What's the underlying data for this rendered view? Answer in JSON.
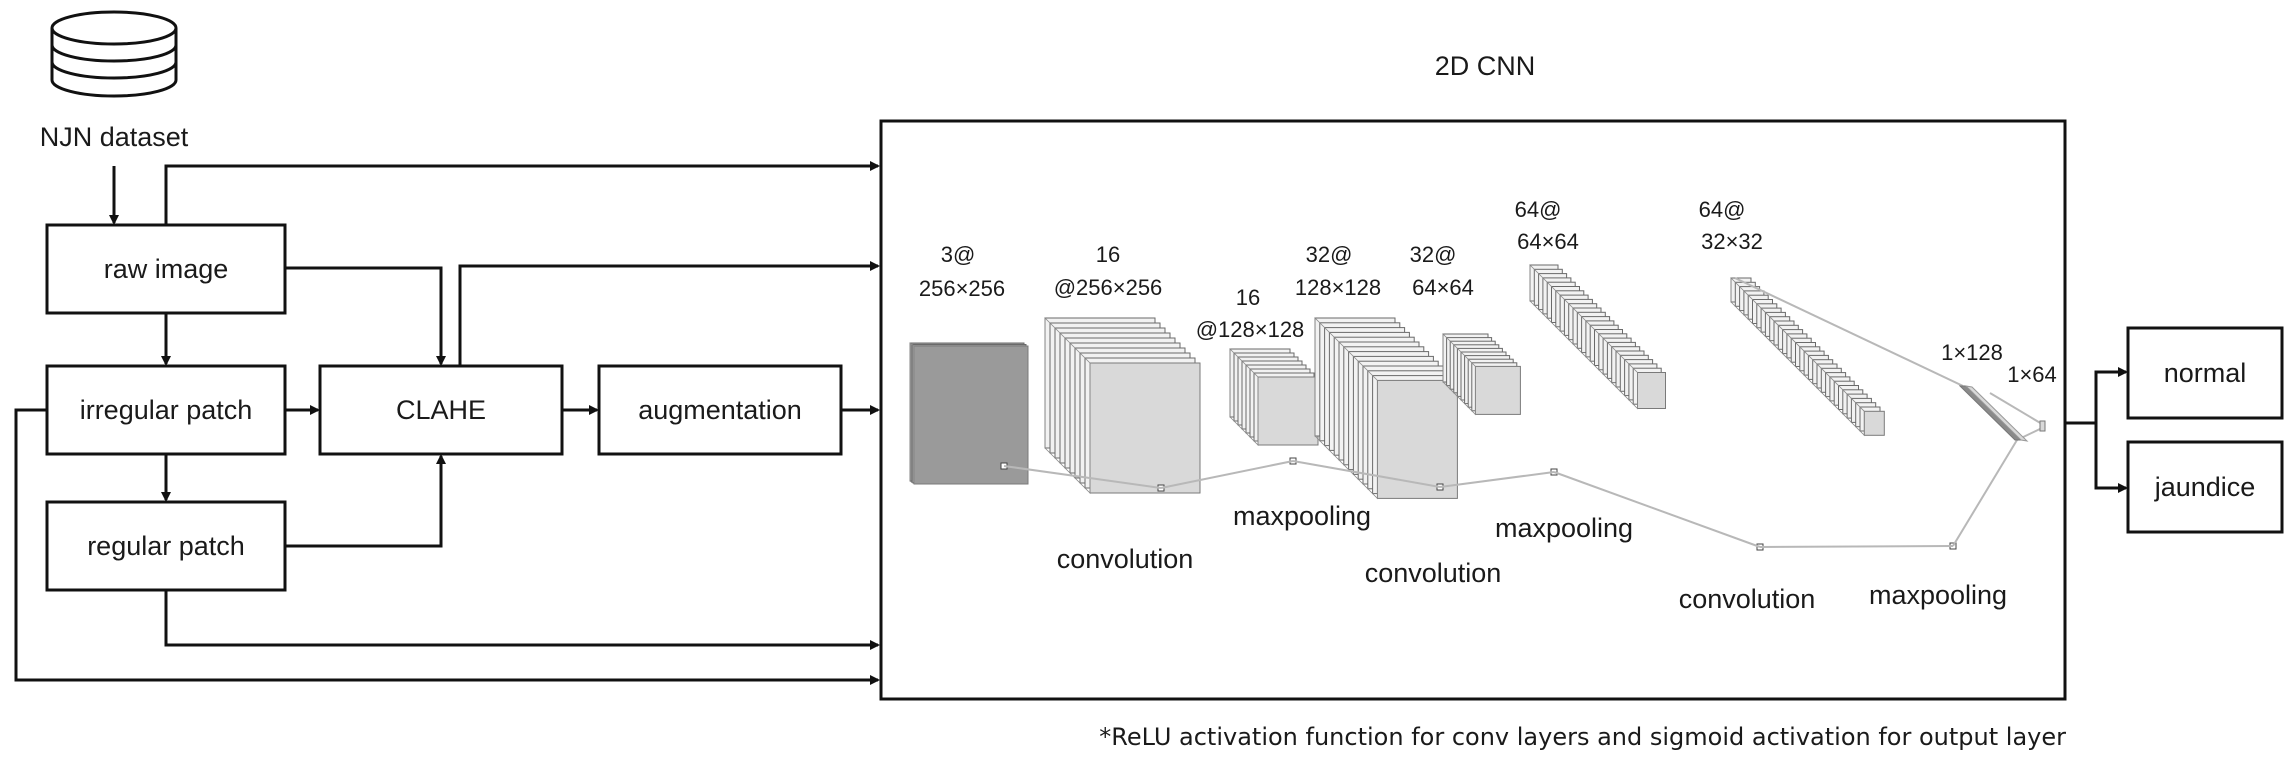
{
  "dataset": {
    "label": "NJN dataset"
  },
  "preprocessing": {
    "raw_image": "raw image",
    "irregular_patch": "irregular patch",
    "regular_patch": "regular patch",
    "clahe": "CLAHE",
    "augmentation": "augmentation"
  },
  "cnn": {
    "title": "2D CNN",
    "layers": [
      {
        "id": "input",
        "dims_line1": "3@",
        "dims_line2": "256×256"
      },
      {
        "id": "conv1",
        "dims_line1": "16",
        "dims_line2": "@256×256"
      },
      {
        "id": "pool1",
        "dims_line1": "16",
        "dims_line2": "@128×128"
      },
      {
        "id": "conv2",
        "dims_line1": "32@",
        "dims_line2": "128×128"
      },
      {
        "id": "pool2",
        "dims_line1": "32@",
        "dims_line2": "64×64"
      },
      {
        "id": "conv3",
        "dims_line1": "64@",
        "dims_line2": "64×64"
      },
      {
        "id": "pool3",
        "dims_line1": "64@",
        "dims_line2": "32×32"
      },
      {
        "id": "fc1",
        "dims_line1": "1×128"
      },
      {
        "id": "fc2",
        "dims_line1": "1×64"
      }
    ],
    "operations": [
      "convolution",
      "maxpooling",
      "convolution",
      "maxpooling",
      "convolution",
      "maxpooling"
    ]
  },
  "outputs": {
    "normal": "normal",
    "jaundice": "jaundice"
  },
  "footnote": "*ReLU activation function for conv layers and sigmoid activation for output layer",
  "colors": {
    "line": "#111111",
    "stack_dark": "#8a8a8a",
    "stack_light": "#d9d9d9",
    "connector": "#b8b8b8"
  }
}
